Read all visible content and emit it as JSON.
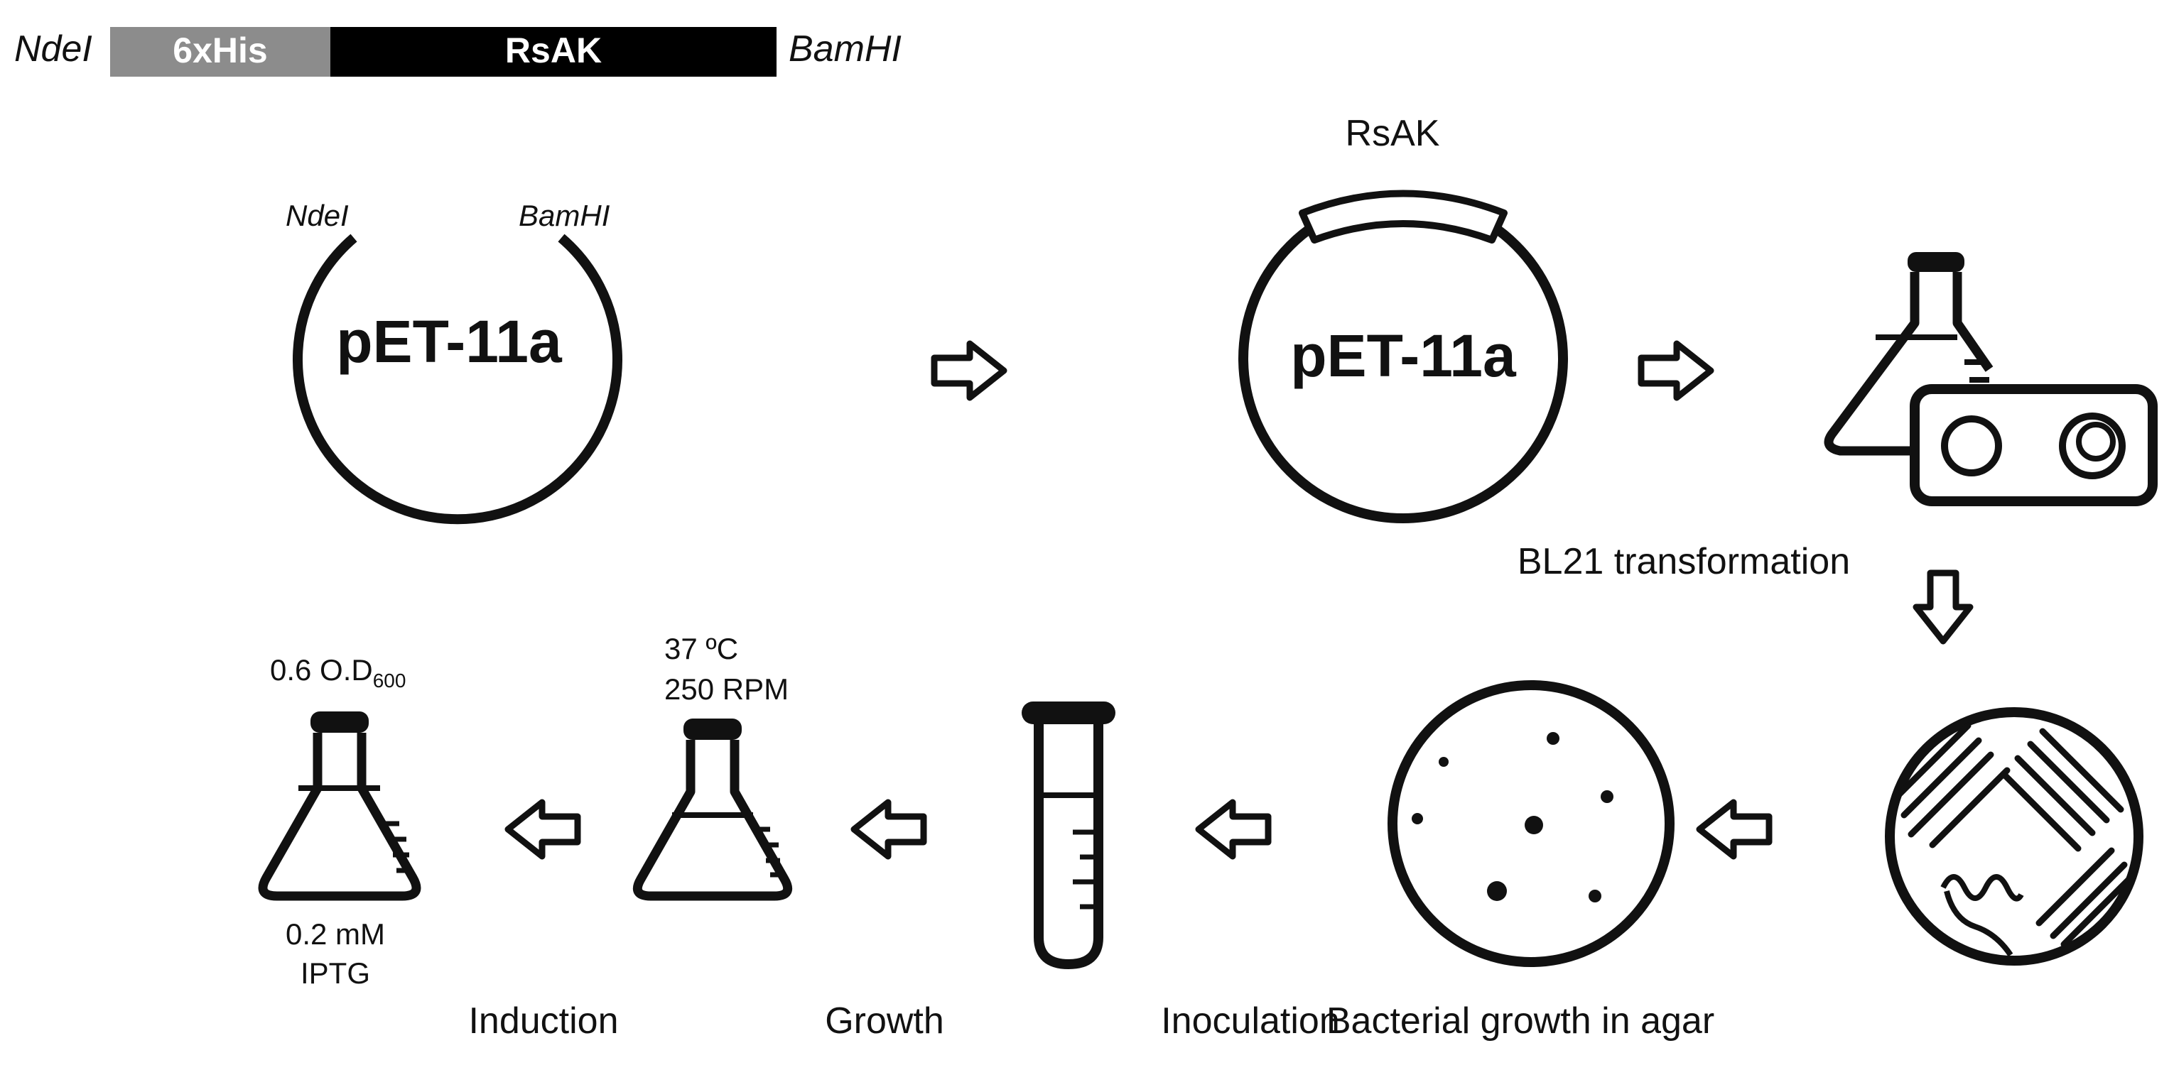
{
  "construct": {
    "left_site": "NdeI",
    "tag": "6xHis",
    "gene": "RsAK",
    "right_site": "BamHI",
    "tag_color": "#8c8c8c",
    "gene_color": "#000000"
  },
  "vector": {
    "name": "pET-11a",
    "site_left": "NdeI",
    "site_right": "BamHI"
  },
  "recombinant": {
    "name": "pET-11a",
    "insert": "RsAK"
  },
  "steps": {
    "transformation": "BL21 transformation",
    "agar": "Bacterial growth in agar",
    "inoculation": "Inoculation",
    "growth": "Growth",
    "induction": "Induction"
  },
  "conditions": {
    "temperature": "37 ºC",
    "speed": "250 RPM",
    "od_prefix": "0.6 O.D",
    "od_subscript": "600",
    "iptg_conc": "0.2 mM",
    "iptg": "IPTG"
  },
  "icons": [
    "flask-icon",
    "petri-dish-icon",
    "test-tube-icon",
    "arrow-icon"
  ]
}
